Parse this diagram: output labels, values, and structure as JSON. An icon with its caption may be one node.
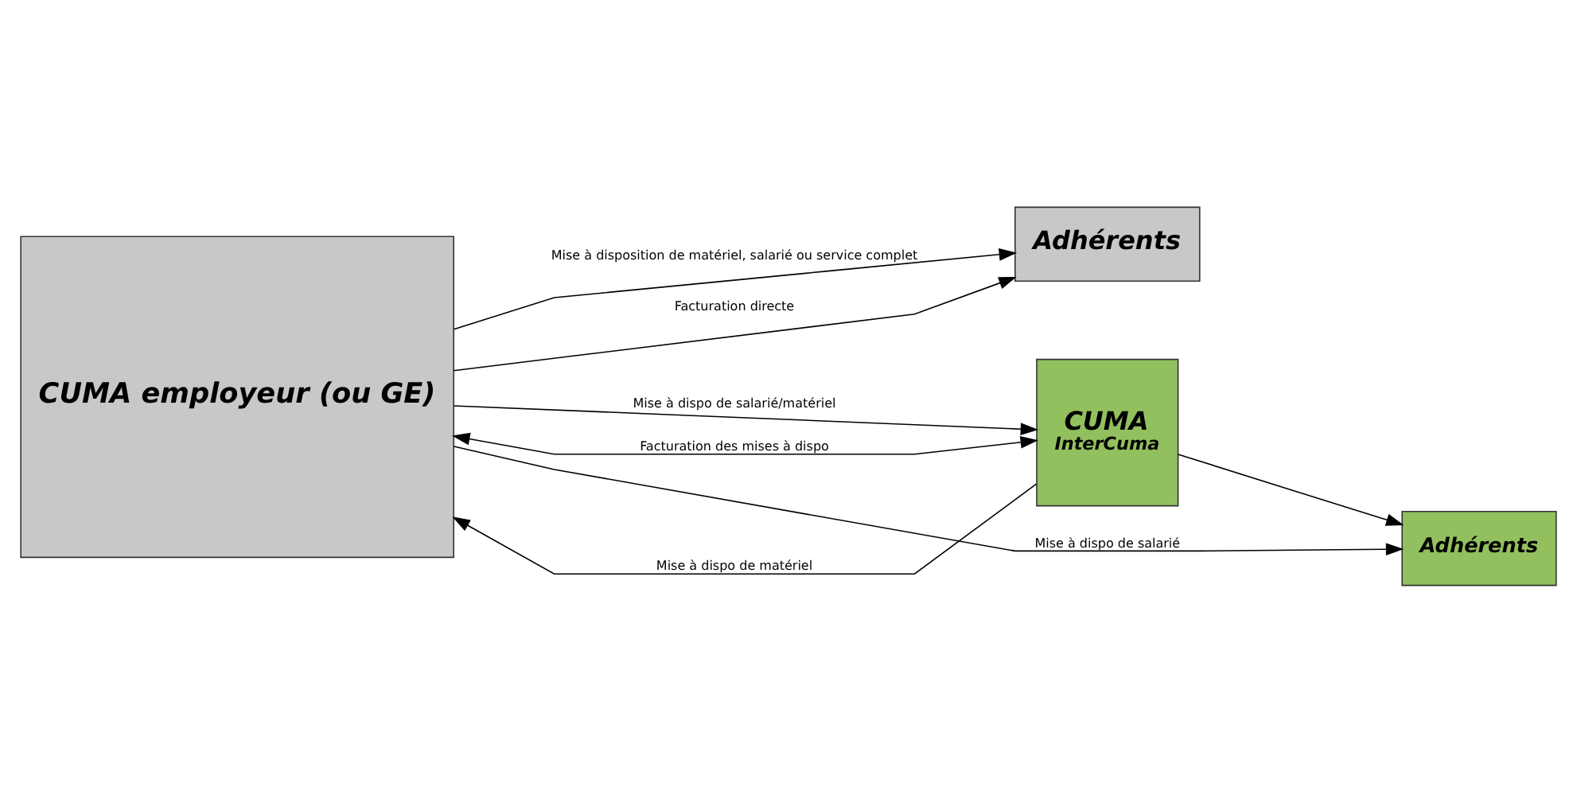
{
  "diagram": {
    "nodes": [
      {
        "text": [
          "CUMA employeur (ou GE)"
        ]
      },
      {
        "text": [
          "Adhérents"
        ]
      },
      {
        "text": [
          "CUMA",
          "InterCuma"
        ]
      },
      {
        "text": [
          "Adhérents"
        ]
      }
    ],
    "edges": [
      {
        "from": 0,
        "to": 1,
        "arrow": "to",
        "label": "Mise à disposition de matériel, salarié ou service complet"
      },
      {
        "from": 0,
        "to": 1,
        "arrow": "to",
        "label": "Facturation directe"
      },
      {
        "from": 0,
        "to": 2,
        "arrow": "to",
        "label": "Mise à dispo de salarié/matériel"
      },
      {
        "from": 2,
        "to": 0,
        "arrow": "to",
        "label": "Mise à dispo de matériel"
      },
      {
        "from": 0,
        "to": 2,
        "arrow": "both",
        "label": "Facturation des mises à dispo"
      },
      {
        "from": 2,
        "to": 3,
        "arrow": "to"
      },
      {
        "from": 0,
        "to": 3,
        "arrow": "to",
        "label": "Mise à dispo de salarié"
      }
    ]
  }
}
